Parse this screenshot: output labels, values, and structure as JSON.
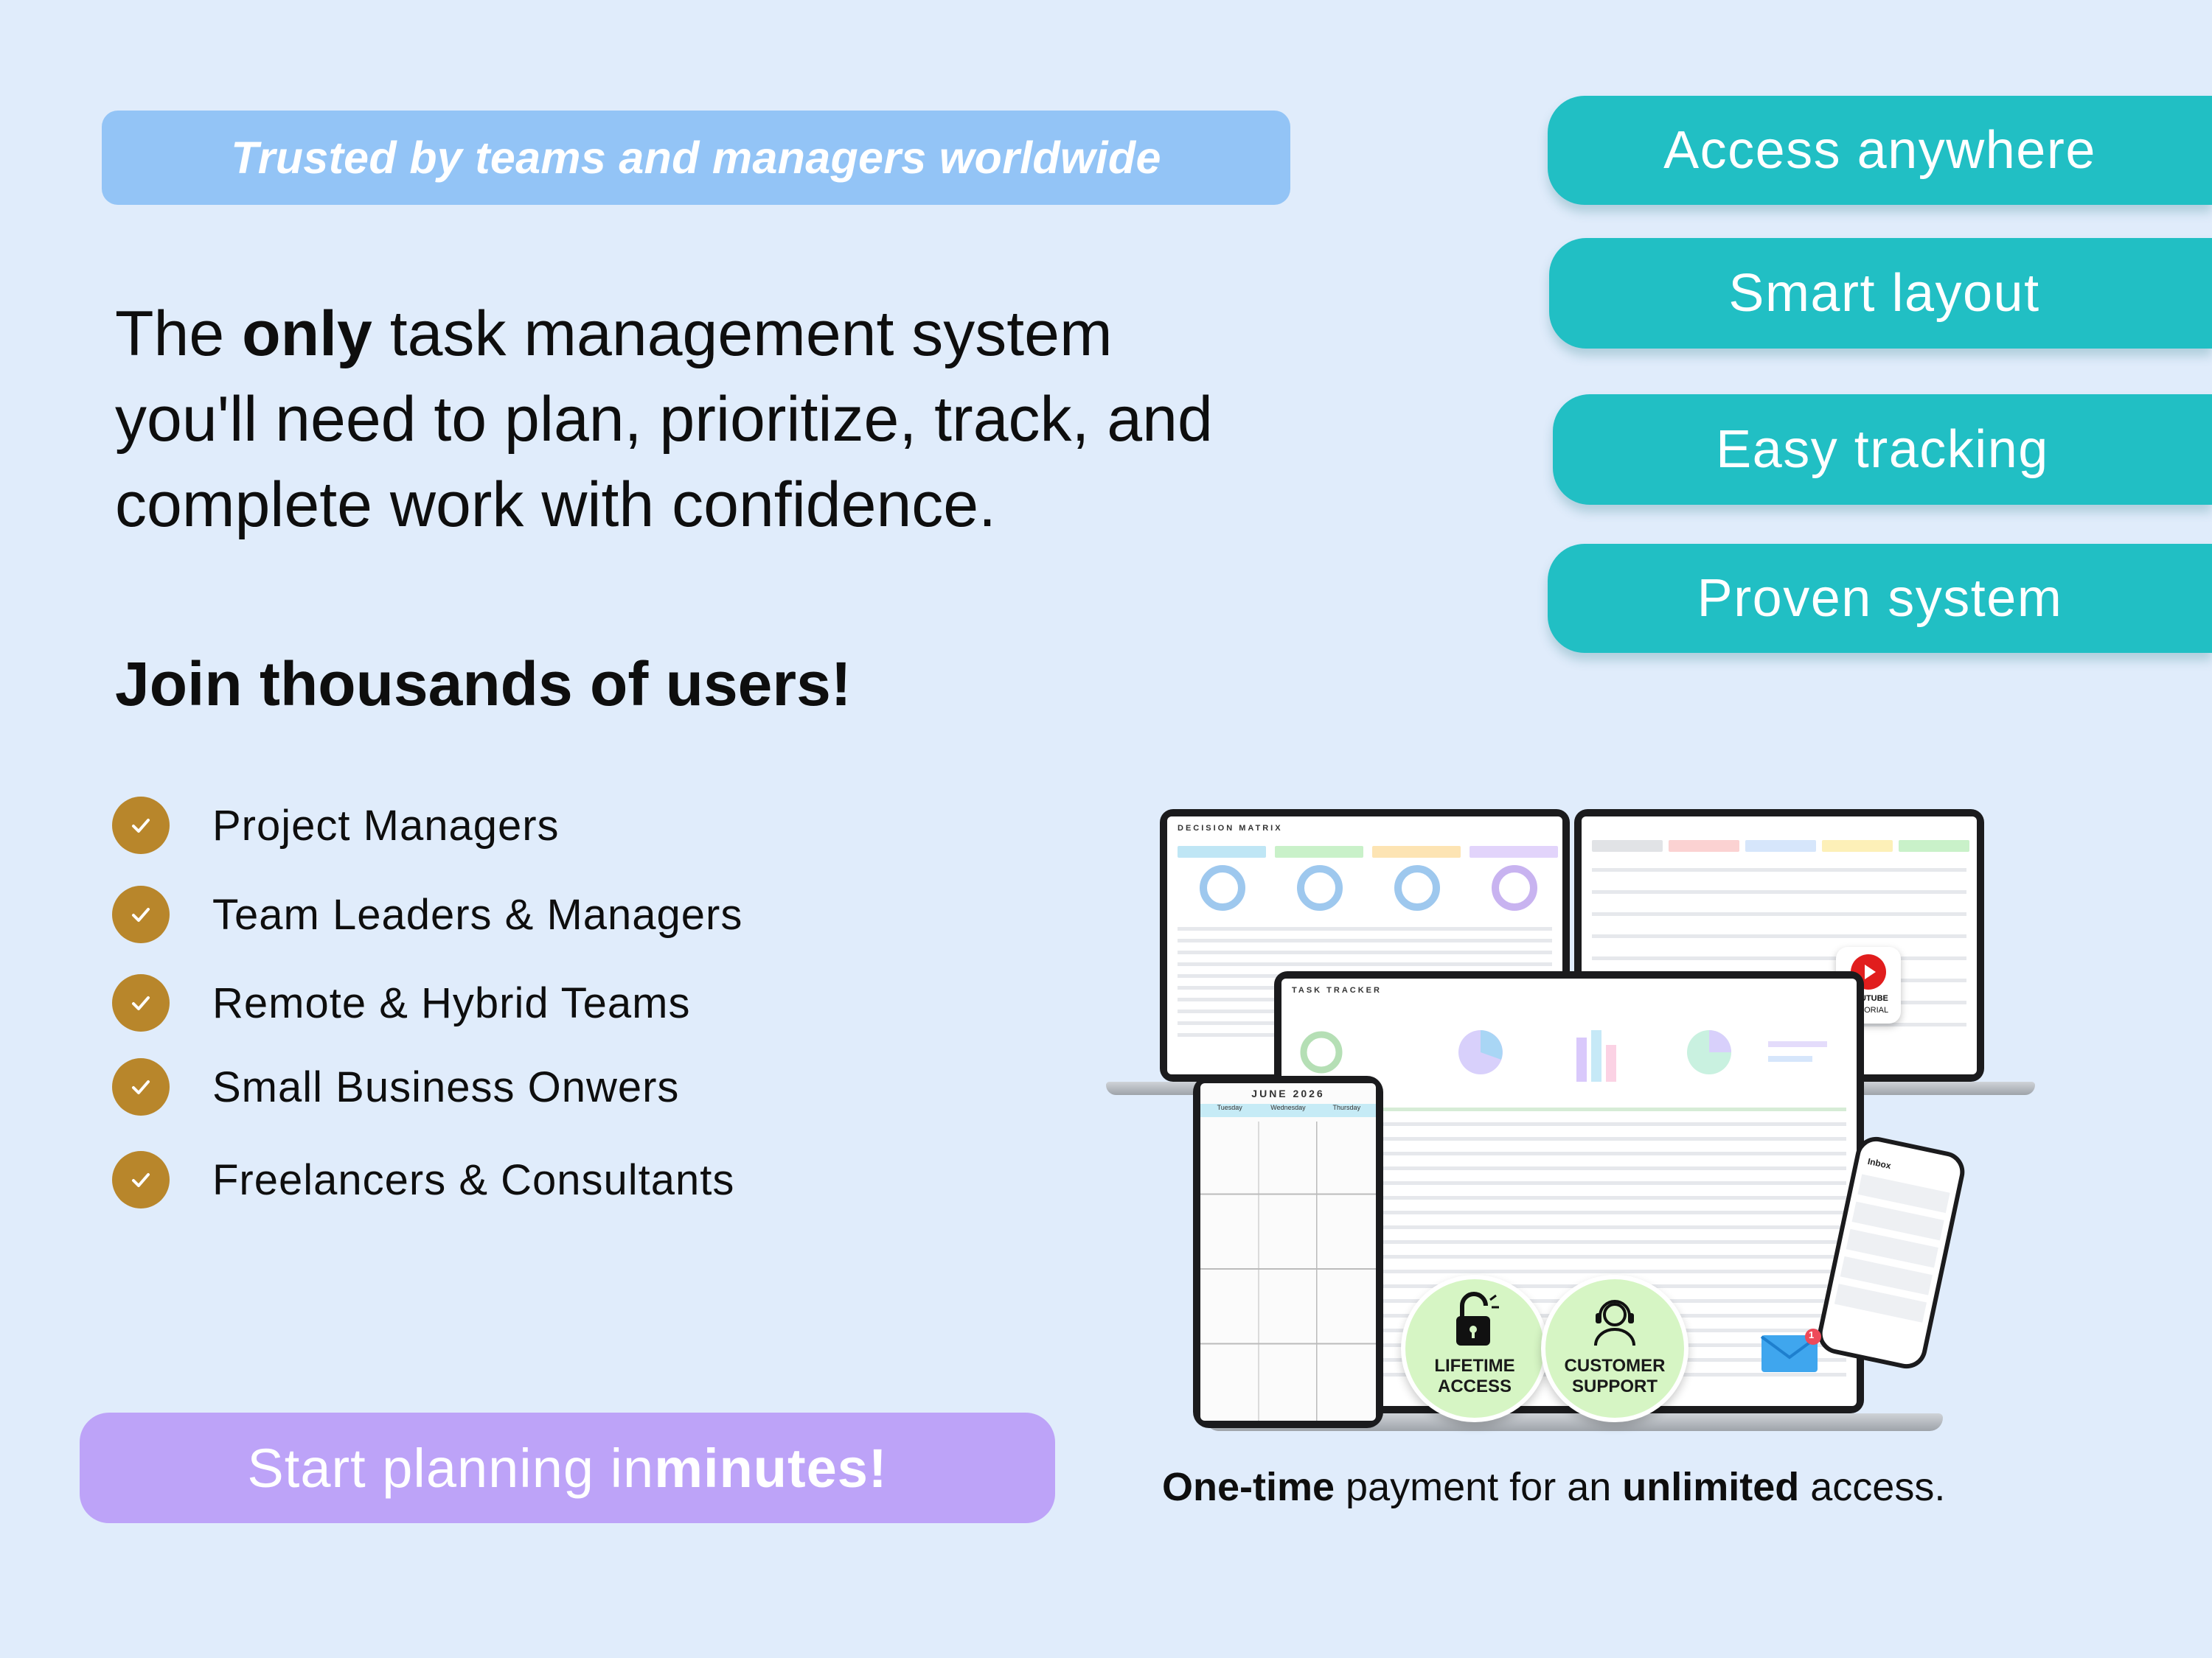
{
  "trust_banner": "Trusted by teams and managers worldwide",
  "headline": {
    "line1_pre": "The ",
    "line1_bold": "only",
    "line1_post": " task management system",
    "line2": "you'll need to plan, prioritize, track, and",
    "line3": "complete work with confidence."
  },
  "join_text": "Join thousands of users!",
  "audiences": [
    {
      "label": "Project Managers"
    },
    {
      "label": "Team Leaders & Managers"
    },
    {
      "label": "Remote & Hybrid Teams"
    },
    {
      "label": "Small Business Onwers"
    },
    {
      "label": "Freelancers & Consultants"
    }
  ],
  "features": [
    {
      "label": "Access anywhere"
    },
    {
      "label": "Smart layout"
    },
    {
      "label": "Easy tracking"
    },
    {
      "label": "Proven system"
    }
  ],
  "cta": {
    "pre": "Start planning in ",
    "bold": "minutes!"
  },
  "payment": {
    "bold1": "One-time",
    "mid": " payment for an ",
    "bold2": "unlimited",
    "post": " access."
  },
  "mockups": {
    "decision_matrix_title": "DECISION MATRIX",
    "task_tracker_title": "TASK TRACKER",
    "calendar_title": "JUNE 2026",
    "calendar_days": [
      "Tuesday",
      "Wednesday",
      "Thursday"
    ],
    "youtube_label_1": "YOUTUBE",
    "youtube_label_2": "TUTORIAL",
    "badge_lifetime_1": "LIFETIME",
    "badge_lifetime_2": "ACCESS",
    "badge_support_1": "CUSTOMER",
    "badge_support_2": "SUPPORT",
    "phone_inbox": "Inbox",
    "mail_count": "1"
  },
  "colors": {
    "background": "#e0ecfb",
    "trust_pill": "#93c4f6",
    "feature_pill": "#21bfc4",
    "cta": "#bda3f8",
    "check": "#b8862b"
  }
}
